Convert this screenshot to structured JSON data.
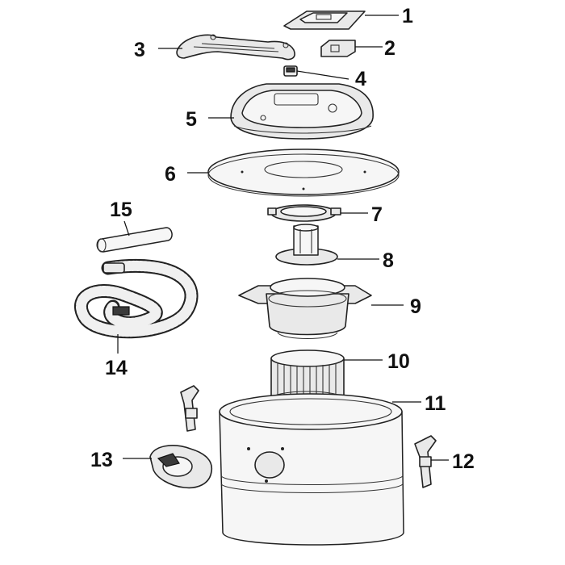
{
  "callouts": [
    {
      "number": "1"
    },
    {
      "number": "2"
    },
    {
      "number": "3"
    },
    {
      "number": "4"
    },
    {
      "number": "5"
    },
    {
      "number": "6"
    },
    {
      "number": "7"
    },
    {
      "number": "8"
    },
    {
      "number": "9"
    },
    {
      "number": "10"
    },
    {
      "number": "11"
    },
    {
      "number": "12"
    },
    {
      "number": "13"
    },
    {
      "number": "14"
    },
    {
      "number": "15"
    }
  ]
}
